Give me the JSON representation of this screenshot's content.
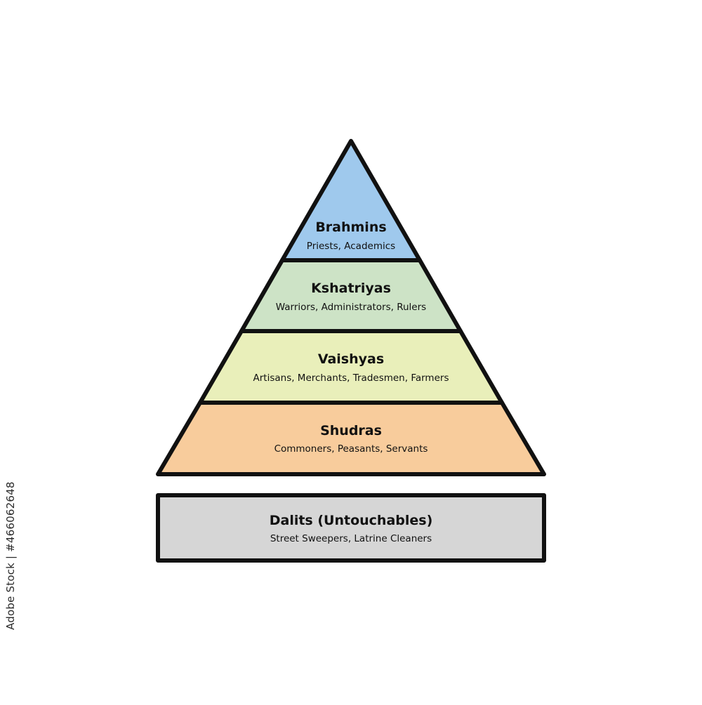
{
  "pyramid": {
    "tiers": [
      {
        "name": "Brahmins",
        "desc": "Priests, Academics",
        "color": "#9fc9ed"
      },
      {
        "name": "Kshatriyas",
        "desc": "Warriors, Administrators, Rulers",
        "color": "#cde3c6"
      },
      {
        "name": "Vaishyas",
        "desc": "Artisans, Merchants, Tradesmen, Farmers",
        "color": "#e9efba"
      },
      {
        "name": "Shudras",
        "desc": "Commoners, Peasants, Servants",
        "color": "#f8cc9c"
      }
    ],
    "base": {
      "name": "Dalits (Untouchables)",
      "desc": "Street Sweepers, Latrine Cleaners",
      "color": "#d6d6d6"
    }
  },
  "watermark": {
    "id_text": "Adobe Stock | #466062648"
  }
}
